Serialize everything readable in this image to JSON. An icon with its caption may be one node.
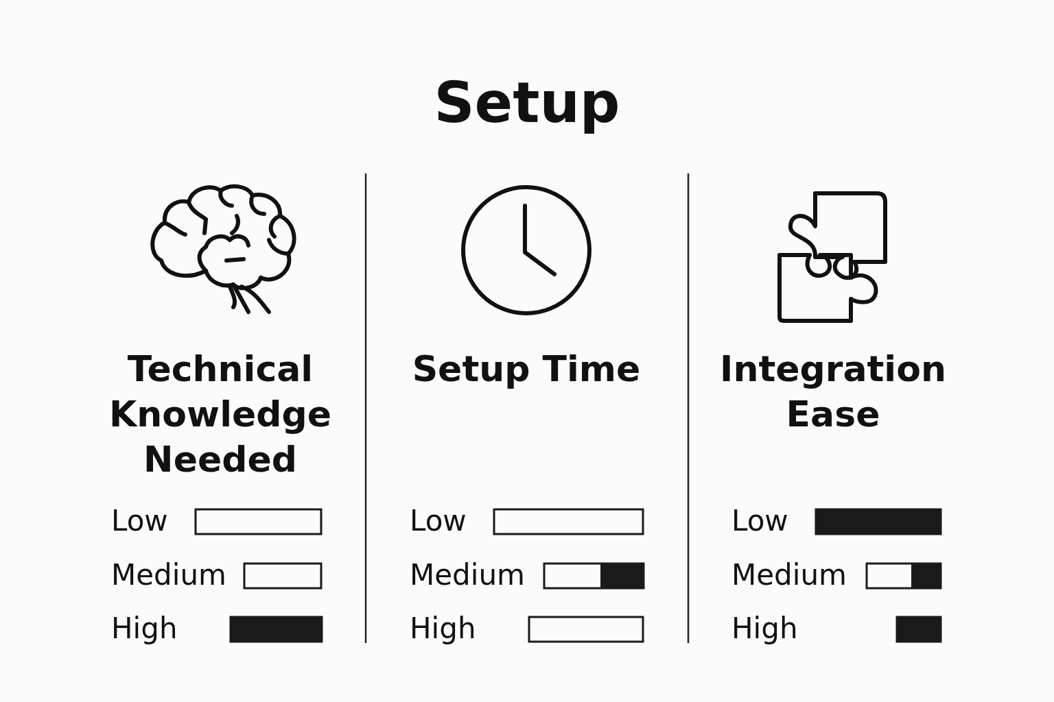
{
  "diagram": {
    "title": "Setup",
    "labels": [
      "Technical Knowledge Needed",
      "Low",
      "Medium",
      "High",
      "Setup Time",
      "Low",
      "Medium",
      "High",
      "Integration Ease",
      "Low",
      "Medium",
      "High"
    ],
    "nodes": [
      {
        "text": [],
        "shape": "bar"
      },
      {
        "text": [],
        "shape": "bar"
      },
      {
        "text": [],
        "shape": "bar"
      },
      {
        "text": [],
        "shape": "bar"
      },
      {
        "text": [],
        "shape": "bar"
      },
      {
        "text": [],
        "shape": "bar"
      },
      {
        "text": [],
        "shape": "bar"
      },
      {
        "text": [],
        "shape": "bar"
      },
      {
        "text": [],
        "shape": "bar"
      }
    ]
  }
}
